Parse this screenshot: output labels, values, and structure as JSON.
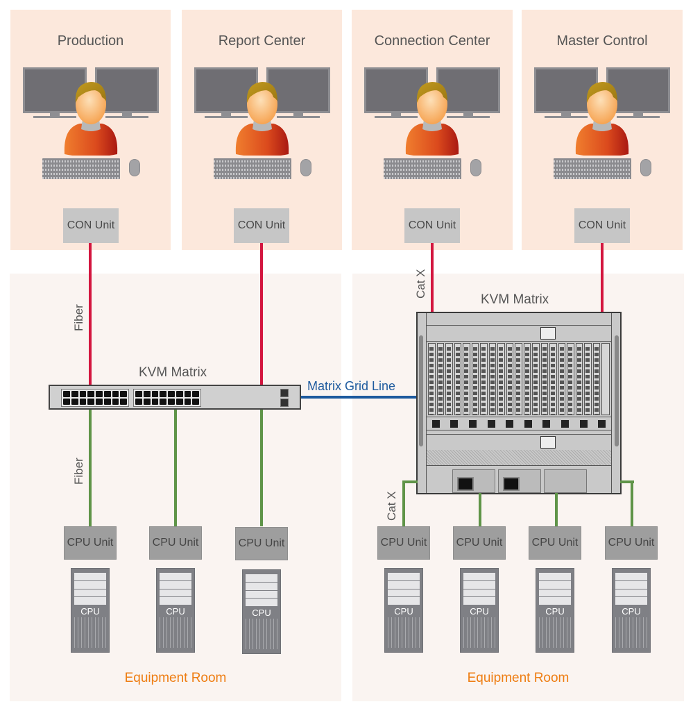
{
  "rooms": [
    {
      "title": "Production",
      "unit": "CON Unit"
    },
    {
      "title": "Report Center",
      "unit": "CON Unit"
    },
    {
      "title": "Connection Center",
      "unit": "CON Unit"
    },
    {
      "title": "Master Control",
      "unit": "CON Unit"
    }
  ],
  "equipment_rooms": [
    {
      "label": "Equipment Room",
      "matrix_label": "KVM Matrix",
      "upper_link_label": "Fiber",
      "lower_link_label": "Fiber",
      "cpu_units": [
        {
          "unit": "CPU Unit",
          "computer": "CPU"
        },
        {
          "unit": "CPU Unit",
          "computer": "CPU"
        },
        {
          "unit": "CPU Unit",
          "computer": "CPU"
        }
      ]
    },
    {
      "label": "Equipment Room",
      "matrix_label": "KVM Matrix",
      "upper_link_label": "Cat X",
      "lower_link_label": "Cat X",
      "cpu_units": [
        {
          "unit": "CPU Unit",
          "computer": "CPU"
        },
        {
          "unit": "CPU Unit",
          "computer": "CPU"
        },
        {
          "unit": "CPU Unit",
          "computer": "CPU"
        },
        {
          "unit": "CPU Unit",
          "computer": "CPU"
        }
      ]
    }
  ],
  "interconnect": {
    "label": "Matrix Grid Line"
  },
  "colors": {
    "console_link": "#d3163f",
    "cpu_link": "#5f9448",
    "grid_line": "#1d5a9e",
    "equipment_label": "#ee7d12",
    "room_bg": "#fce8dc",
    "equipment_bg": "#faf4f1"
  }
}
